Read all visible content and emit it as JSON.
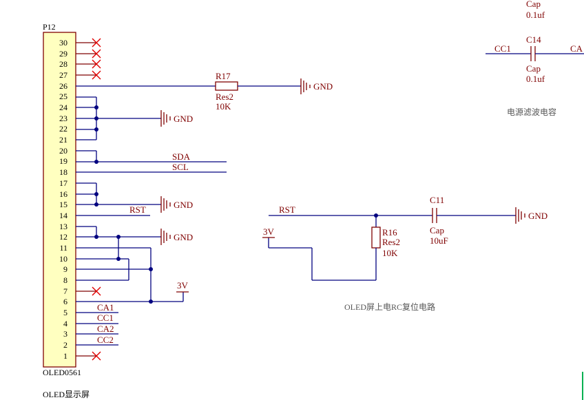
{
  "connector": {
    "designator": "P12",
    "part": "OLED0561",
    "caption": "OLED显示屏",
    "pins": [
      "30",
      "29",
      "28",
      "27",
      "26",
      "25",
      "24",
      "23",
      "22",
      "21",
      "20",
      "19",
      "18",
      "17",
      "16",
      "15",
      "14",
      "13",
      "12",
      "11",
      "10",
      "9",
      "8",
      "7",
      "6",
      "5",
      "4",
      "3",
      "2",
      "1"
    ]
  },
  "nets": {
    "gnd": "GND",
    "sda": "SDA",
    "scl": "SCL",
    "rst": "RST",
    "v3": "3V",
    "ca1": "CA1",
    "cc1": "CC1",
    "ca2": "CA2",
    "cc2": "CC2",
    "cc1_right": "CC1",
    "ca_right": "CA"
  },
  "components": {
    "r17": {
      "ref": "R17",
      "type": "Res2",
      "value": "10K"
    },
    "r16": {
      "ref": "R16",
      "type": "Res2",
      "value": "10K"
    },
    "c11": {
      "ref": "C11",
      "type": "Cap",
      "value": "10uF"
    },
    "c14": {
      "ref": "C14",
      "type": "Cap",
      "value": "0.1uf"
    },
    "c_top": {
      "type": "Cap",
      "value": "0.1uf"
    }
  },
  "captions": {
    "filter": "电源滤波电容",
    "reset": "OLED屏上电RC复位电路"
  }
}
